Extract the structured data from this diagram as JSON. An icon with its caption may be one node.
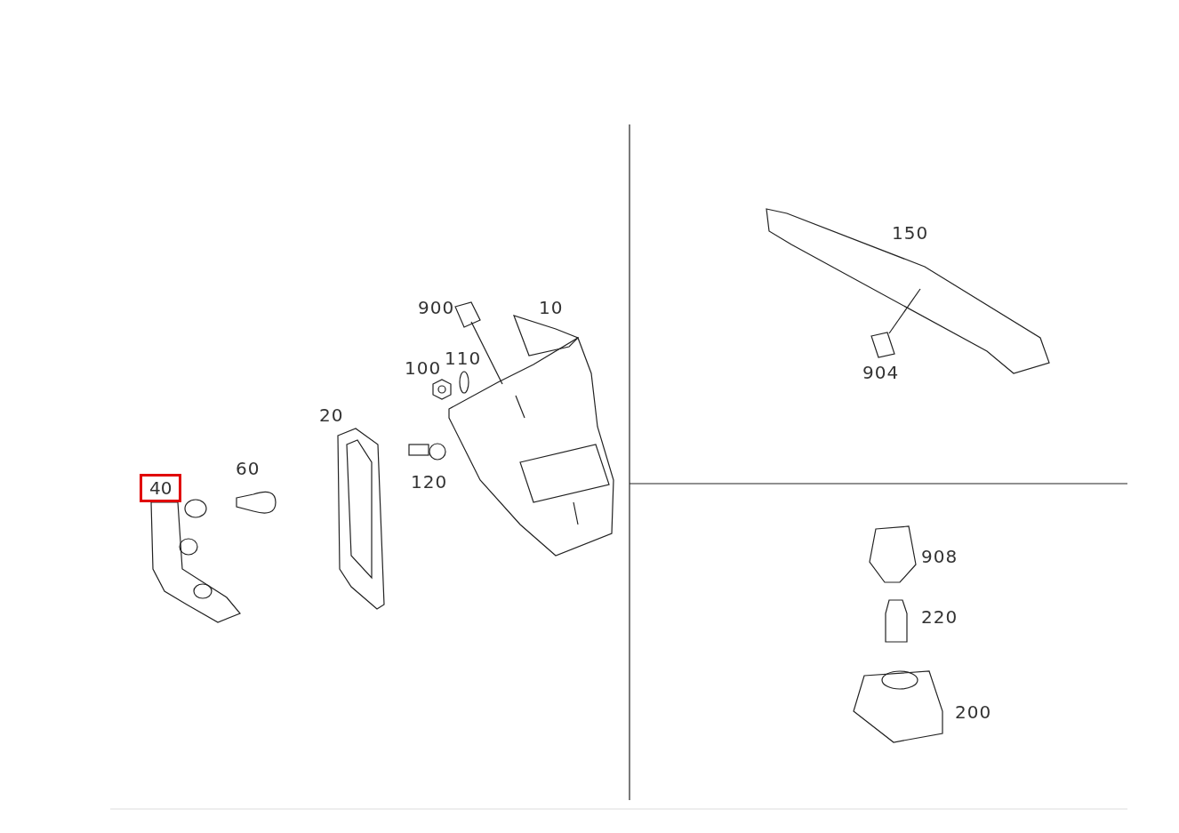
{
  "diagram": {
    "nodes": [
      {
        "text": [
          "40"
        ]
      }
    ],
    "labels": [
      "900",
      "10",
      "100",
      "110",
      "20",
      "60",
      "120",
      "150",
      "904",
      "908",
      "220",
      "200"
    ]
  }
}
